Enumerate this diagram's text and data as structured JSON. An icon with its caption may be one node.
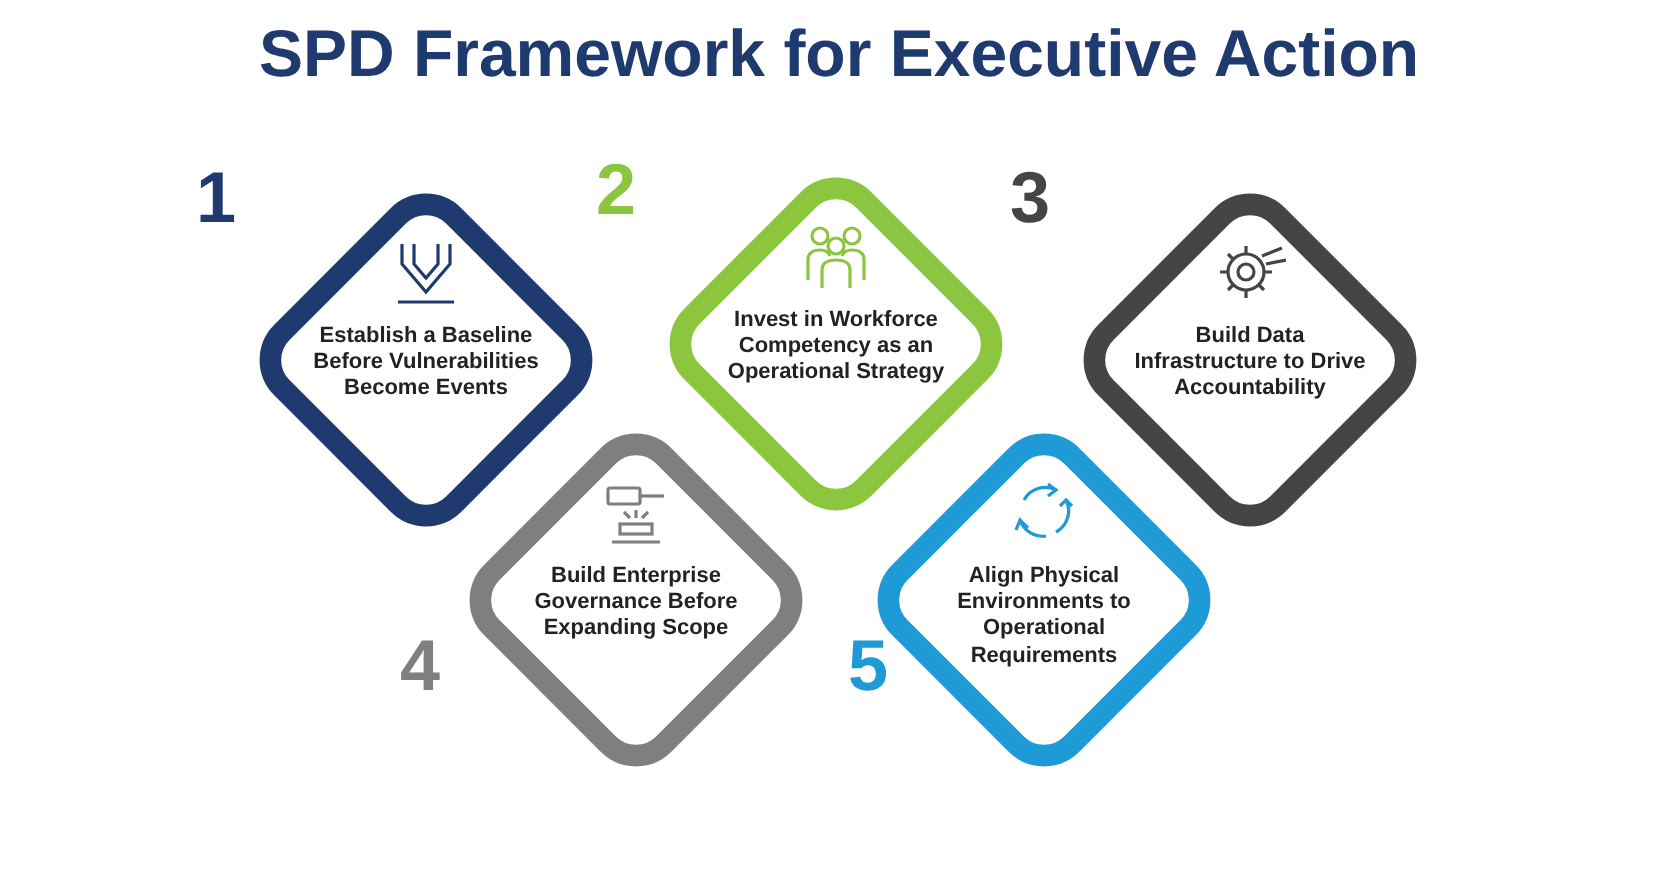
{
  "diagram": {
    "title": "SPD Framework for Executive Action",
    "nodes": [
      {
        "text": [
          "Establish a Baseline Before Vulnerabilities Become Events"
        ],
        "beside": [
          "1"
        ]
      },
      {
        "text": [
          "Invest in Workforce Competency as an Operational Strategy"
        ],
        "beside": [
          "2"
        ]
      },
      {
        "text": [
          "Build Data Infrastructure to Drive Accountability"
        ],
        "beside": [
          "3"
        ]
      },
      {
        "text": [
          "Build Enterprise Governance Before Expanding Scope"
        ],
        "beside": [
          "4"
        ]
      },
      {
        "text": [
          "Align Physical Environments to Operational Requirements"
        ],
        "beside": [
          "5"
        ]
      }
    ],
    "edges": []
  }
}
